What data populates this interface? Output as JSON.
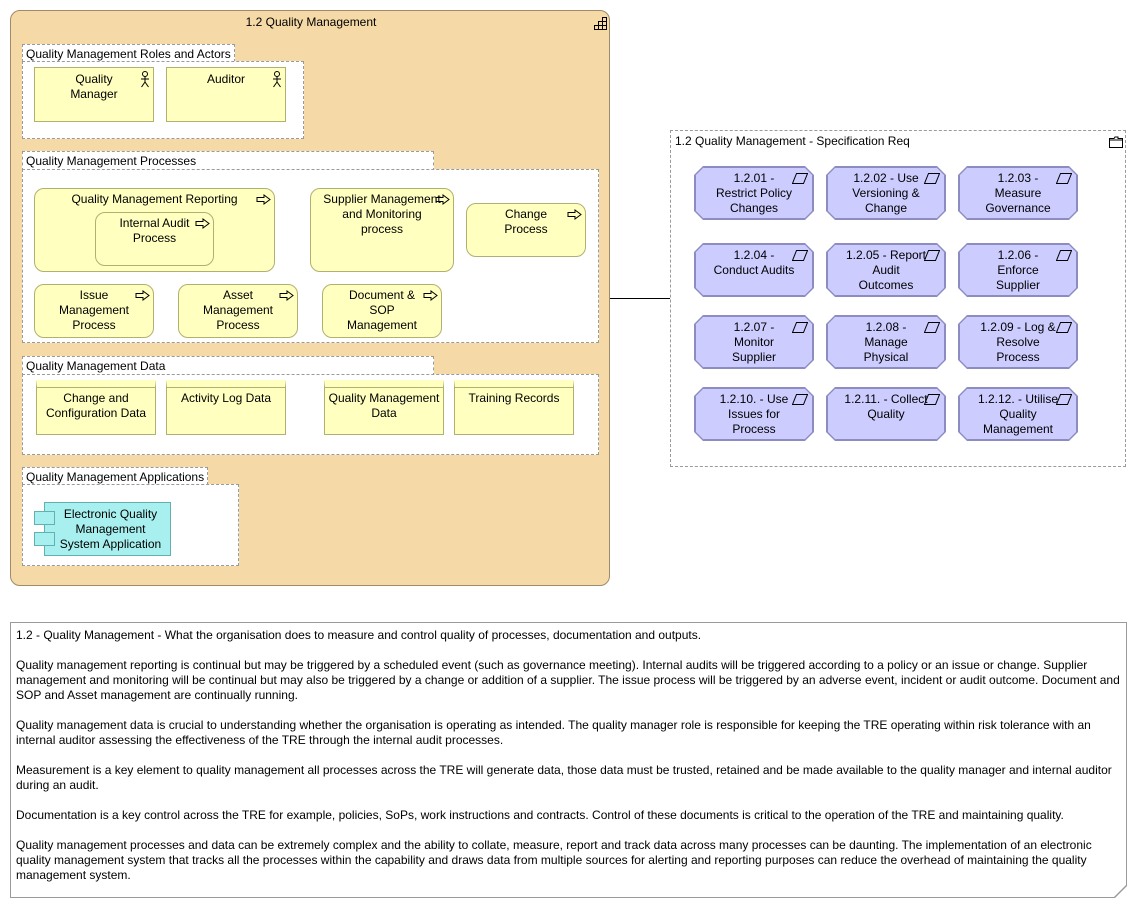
{
  "capability": {
    "title": "1.2 Quality Management"
  },
  "groups": {
    "roles": "Quality Management Roles and Actors",
    "processes": "Quality Management Processes",
    "data": "Quality Management Data",
    "applications": "Quality Management Applications"
  },
  "actors": [
    {
      "label": "Quality Manager",
      "icon": "actor-icon"
    },
    {
      "label": "Auditor",
      "icon": "actor-icon"
    }
  ],
  "processes": {
    "qm_reporting": "Quality Management Reporting",
    "internal_audit": "Internal Audit Process",
    "supplier": "Supplier Management and Monitoring process",
    "change": "Change Process",
    "issue": "Issue Management Process",
    "asset": "Asset Management Process",
    "document": "Document & SOP Management"
  },
  "data_objects": [
    "Change and Configuration Data",
    "Activity Log Data",
    "Quality Management Data",
    "Training Records"
  ],
  "application": {
    "label": "Electronic Quality Management System Application"
  },
  "spec": {
    "title": "1.2 Quality Management - Specification Req",
    "requirements": [
      "1.2.01 - Restrict Policy Changes",
      "1.2.02 - Use Versioning & Change",
      "1.2.03 - Measure Governance",
      "1.2.04 - Conduct Audits",
      "1.2.05 - Report Audit Outcomes",
      "1.2.06 - Enforce Supplier",
      "1.2.07 - Monitor Supplier",
      "1.2.08 - Manage Physical",
      "1.2.09 - Log & Resolve Process",
      "1.2.10. - Use Issues for Process",
      "1.2.11. - Collect Quality",
      "1.2.12. - Utilise Quality Management"
    ]
  },
  "note": {
    "paragraphs": [
      "1.2 - Quality Management - What the organisation does to measure and control quality of processes, documentation and outputs.",
      "Quality management reporting is continual but may be triggered by a scheduled event (such as governance meeting). Internal audits will be triggered according to a policy or an issue or change. Supplier management and monitoring will be continual but may also be triggered by a change or addition of a supplier. The issue process will be triggered by an adverse event, incident or audit outcome. Document and SOP and Asset management are continually running.",
      "Quality management data is crucial to understanding whether the organisation is operating as intended. The quality manager role is responsible for keeping the TRE operating within risk tolerance with an internal auditor assessing the effectiveness of the TRE through the internal audit processes.",
      "Measurement is a key element to quality management all processes across the TRE will generate data, those data must be trusted, retained and be made available to the quality manager and internal auditor during an audit.",
      "Documentation is a key control across the TRE for example, policies, SoPs, work instructions and contracts. Control of these documents is critical to the operation of the TRE and maintaining quality.",
      "Quality management processes and data can be extremely complex and the ability to collate, measure, report and track data across many processes can be daunting. The implementation of an electronic quality management system that tracks all the processes within the capability and draws data from multiple sources for alerting and reporting purposes can reduce the overhead of maintaining the quality management system."
    ]
  },
  "colors": {
    "capability": "#f5d9a6",
    "business": "#ffffc0",
    "application": "#a8f0f0",
    "requirement": "#ccccff"
  }
}
